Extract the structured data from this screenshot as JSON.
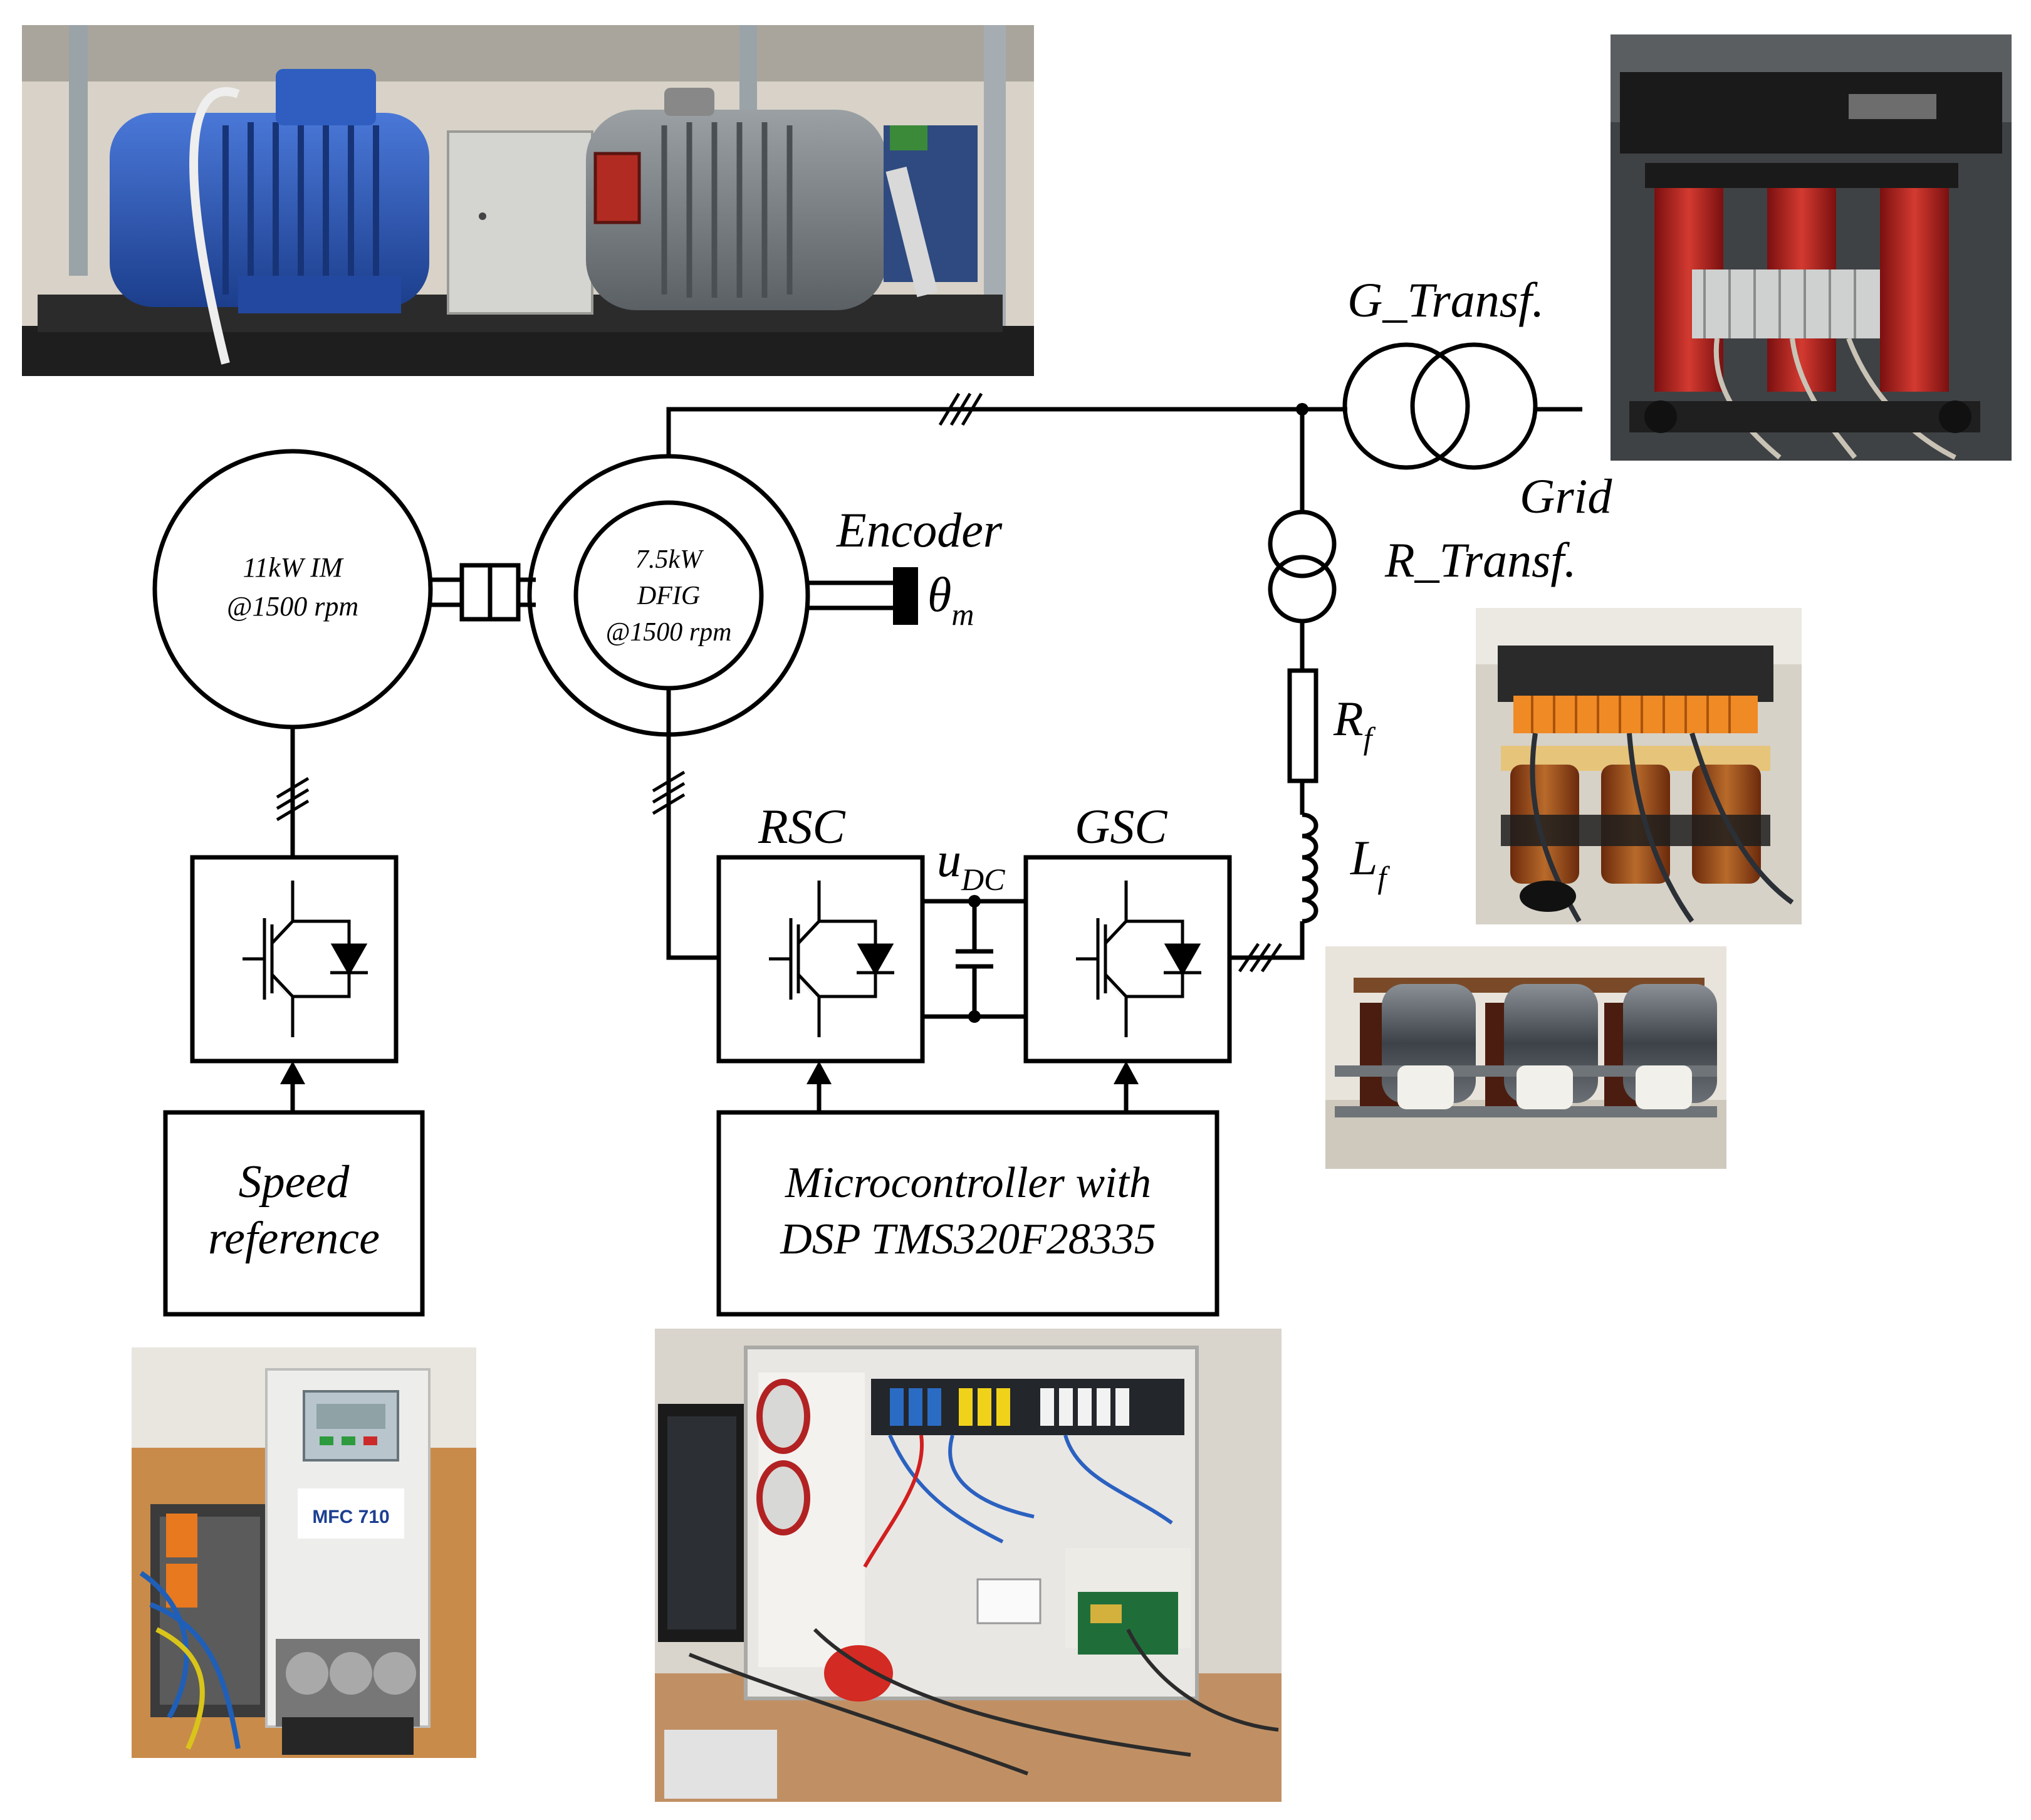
{
  "labels": {
    "im": [
      "11kW IM",
      "@1500 rpm"
    ],
    "dfig": [
      "7.5kW",
      "DFIG",
      "@1500 rpm"
    ],
    "encoder": "Encoder",
    "theta": "θ",
    "theta_sub": "m",
    "g_transf": "G_Transf.",
    "grid": "Grid",
    "r_transf": "R_Transf.",
    "rf": "R",
    "rf_sub": "f",
    "lf": "L",
    "lf_sub": "f",
    "rsc": "RSC",
    "gsc": "GSC",
    "udc": "u",
    "udc_sub": "DC",
    "speed_ref": [
      "Speed",
      "reference"
    ],
    "micro": [
      "Microcontroller with",
      "DSP TMS320F28335"
    ]
  },
  "photos": {
    "motor_bench": "motor-test-bench-photo",
    "grid_transformer": "grid-transformer-photo",
    "rotor_transformer": "rotor-transformer-photo",
    "filter_inductors": "filter-inductor-photo",
    "inverter_drive": "frequency-inverter-photo",
    "converter_cabinet": "converter-cabinet-photo",
    "drive_model": "MFC 710"
  },
  "colors": {
    "line": "#000000",
    "motor_blue": "#2a55b8",
    "coil_red": "#b0221e",
    "terminal_orange": "#f08a24",
    "coil_copper": "#8b3a10"
  }
}
